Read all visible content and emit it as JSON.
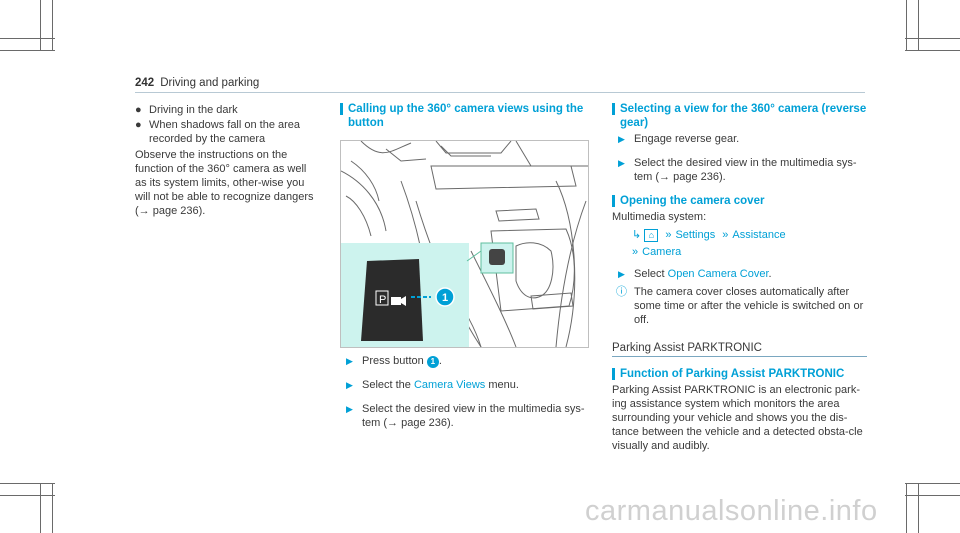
{
  "header": {
    "page_number": "242",
    "section": "Driving and parking"
  },
  "col1": {
    "bullets": [
      "Driving in the dark",
      "When shadows fall on the area recorded by the camera"
    ],
    "paragraph": "Observe the instructions on the function of the 360° camera as well as its system limits, other-wise you will not be able to recognize dangers (→ page 236)."
  },
  "col2": {
    "heading": "Calling up the 360° camera views using the button",
    "figure": {
      "callout": "1"
    },
    "step1_a": "Press button",
    "step1_num": "1",
    "step2_a": "Select the",
    "step2_link": "Camera Views",
    "step2_b": "menu.",
    "step3": "Select the desired view in the multimedia sys-tem (→ page 236)."
  },
  "col3": {
    "heading1": "Selecting a view for the 360° camera (reverse gear)",
    "step1": "Engage reverse gear.",
    "step2": "Select the desired view in the multimedia sys-tem (→ page 236).",
    "heading2": "Opening the camera cover",
    "menu_intro": "Multimedia system:",
    "menu_settings": "Settings",
    "menu_assistance": "Assistance",
    "menu_camera": "Camera",
    "step3_a": "Select",
    "step3_link": "Open Camera Cover",
    "note": "The camera cover closes automatically after some time or after the vehicle is switched on or off.",
    "subsection": "Parking Assist PARKTRONIC",
    "heading3": "Function of Parking Assist PARKTRONIC",
    "paragraph": "Parking Assist PARKTRONIC is an electronic park-ing assistance system which monitors the area surrounding your vehicle and shows you the dis-tance between the vehicle and a detected obsta-cle visually and audibly."
  },
  "footer": {
    "watermark": "carmanualsonline.info"
  }
}
